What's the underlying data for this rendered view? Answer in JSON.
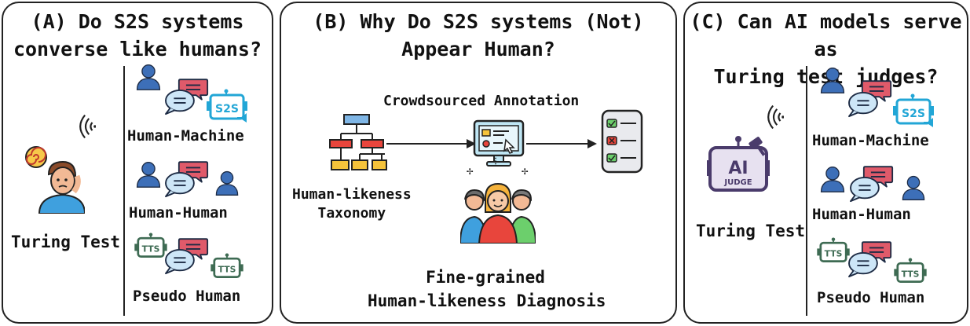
{
  "panel_a": {
    "title_line1": "(A) Do S2S systems",
    "title_line2": "converse like humans?",
    "turing_label": "Turing Test",
    "scenarios": [
      "Human-Machine",
      "Human-Human",
      "Pseudo Human"
    ]
  },
  "panel_b": {
    "title_line1": "(B) Why Do S2S systems (Not)",
    "title_line2": "Appear Human?",
    "crowd_label": "Crowdsourced Annotation",
    "taxonomy_line1": "Human-likeness",
    "taxonomy_line2": "Taxonomy",
    "diagnosis_line1": "Fine-grained",
    "diagnosis_line2": "Human-likeness Diagnosis"
  },
  "panel_c": {
    "title_line1": "(C) Can AI models serve as",
    "title_line2": "Turing test judges?",
    "turing_label": "Turing Test",
    "judge_badge_top": "AI",
    "judge_badge_bottom": "JUDGE",
    "scenarios": [
      "Human-Machine",
      "Human-Human",
      "Pseudo Human"
    ]
  },
  "badges": {
    "s2s": "S2S",
    "tts": "TTS"
  },
  "colors": {
    "person": "#3d6fb8",
    "bubble_red": "#e05a6a",
    "bubble_blue": "#cde6f7",
    "s2s": "#22a6d6",
    "tts": "#3e6b53",
    "judge": "#4a3b6b"
  }
}
